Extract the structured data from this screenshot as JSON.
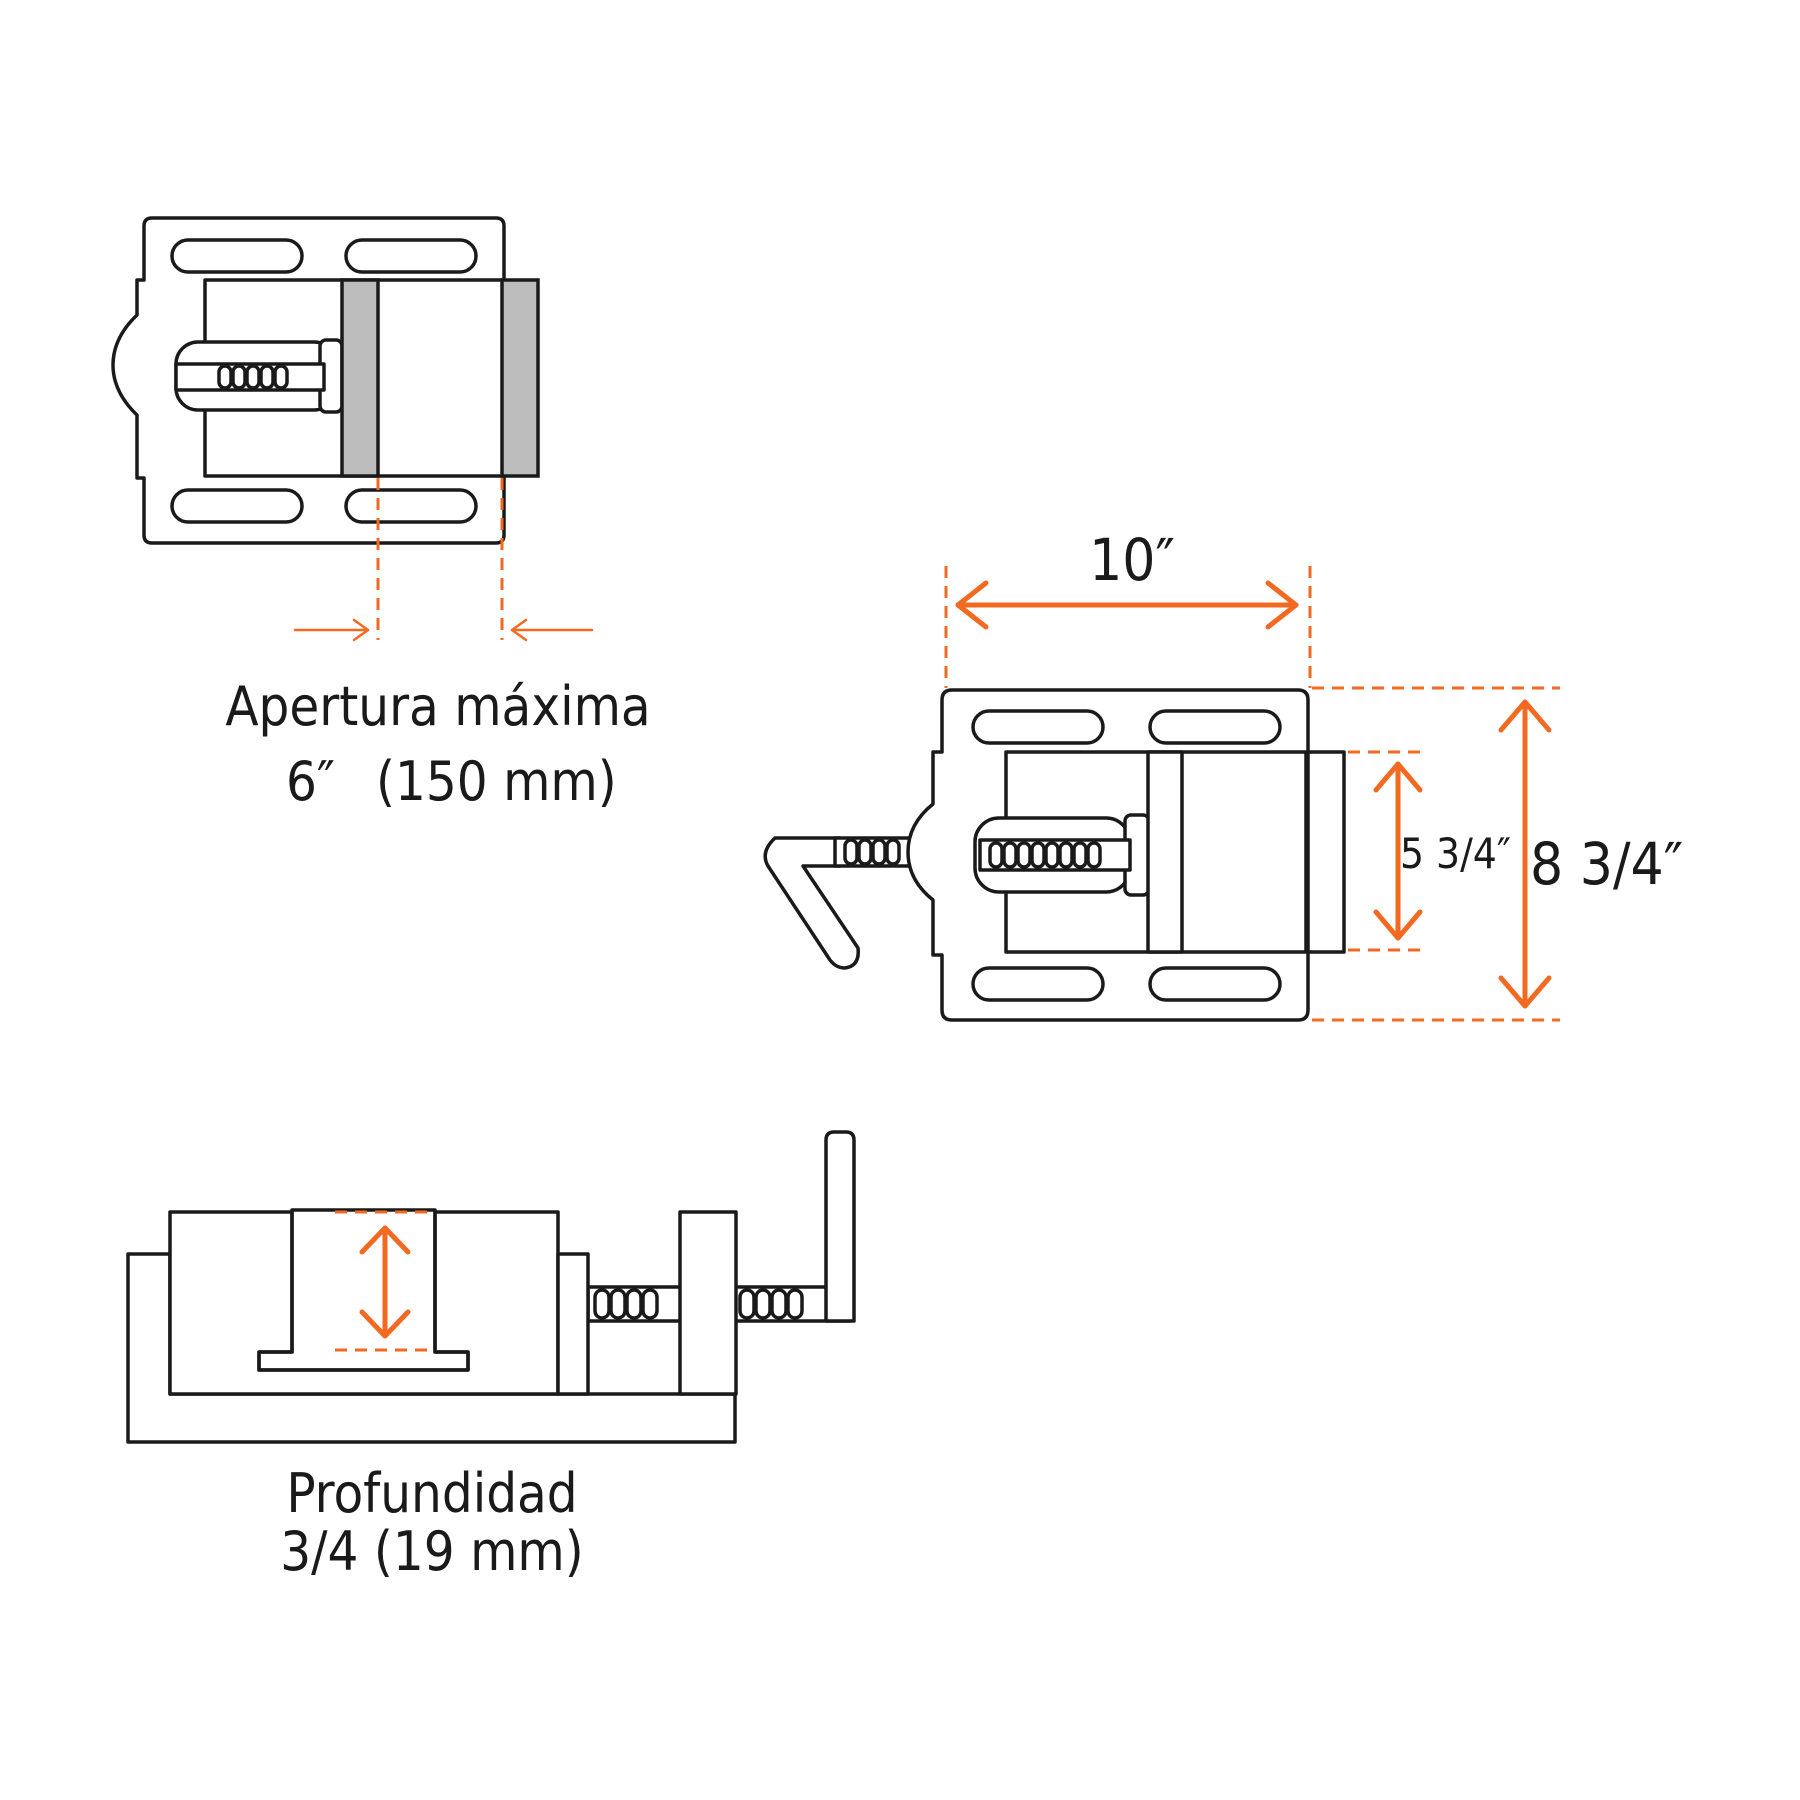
{
  "colors": {
    "accent": "#f26a21",
    "line": "#1a1a1a",
    "jaw": "#bdbdbd"
  },
  "labels": {
    "opening_title": "Apertura máxima",
    "opening_inch": "6″",
    "opening_mm": "(150 mm)",
    "length": "10″",
    "jaw_width": "5 3/4″",
    "overall_width": "8 3/4″",
    "depth_title": "Profundidad",
    "depth_value": "3/4 (19 mm)"
  }
}
